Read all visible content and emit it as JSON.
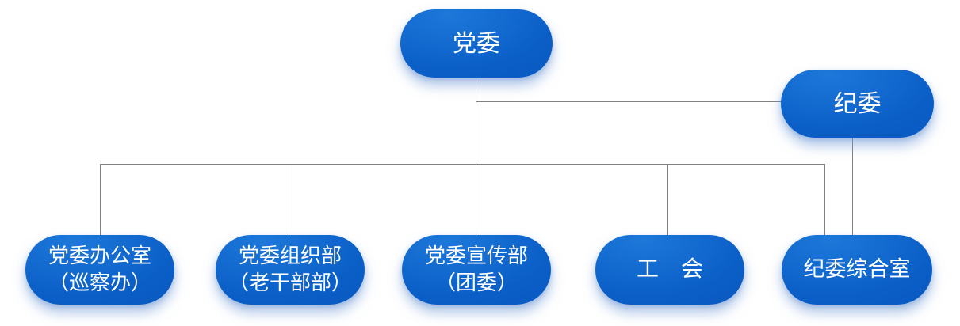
{
  "diagram_title": "",
  "colors": {
    "node_gradient_top": "#1d78da",
    "node_gradient_mid": "#0a5ec6",
    "node_gradient_bottom": "#0857bd",
    "connector_gray": "#808080",
    "label_white": "#ffffff",
    "shadow_blue": "rgba(110,152,213,0.55)"
  },
  "nodes": {
    "dangwei": {
      "label": "党委"
    },
    "jiwei": {
      "label": "纪委"
    },
    "bangongshi": {
      "line1": "党委办公室",
      "line2": "（巡察办）"
    },
    "zuzhibu": {
      "line1": "党委组织部",
      "line2": "（老干部部）"
    },
    "xuanchuanbu": {
      "line1": "党委宣传部",
      "line2": "（团委）"
    },
    "gonghui": {
      "label": "工　会"
    },
    "zongheshi": {
      "label": "纪委综合室"
    }
  },
  "edges": [
    {
      "from": "党委",
      "to": "纪委"
    },
    {
      "from": "党委",
      "to": "党委办公室（巡察办）"
    },
    {
      "from": "党委",
      "to": "党委组织部（老干部部）"
    },
    {
      "from": "党委",
      "to": "党委宣传部（团委）"
    },
    {
      "from": "党委",
      "to": "工会"
    },
    {
      "from": "党委",
      "to": "纪委综合室"
    },
    {
      "from": "纪委",
      "to": "纪委综合室"
    }
  ]
}
